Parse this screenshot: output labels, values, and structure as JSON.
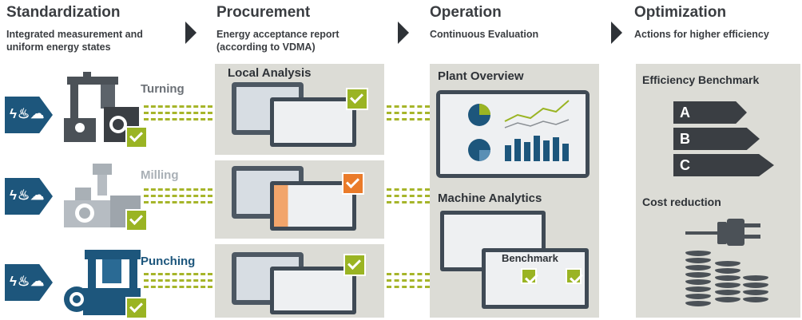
{
  "phases": [
    {
      "title": "Standardization",
      "subtitle_lines": [
        "Integrated measurement and",
        "uniform energy states"
      ]
    },
    {
      "title": "Procurement",
      "subtitle_lines": [
        "Energy acceptance report",
        "(according to VDMA)"
      ]
    },
    {
      "title": "Operation",
      "subtitle_lines": [
        "Continuous  Evaluation"
      ]
    },
    {
      "title": "Optimization",
      "subtitle_lines": [
        "Actions for higher efficiency"
      ]
    }
  ],
  "machines": [
    {
      "label": "Turning",
      "label_color": "#6b7076",
      "check": "green",
      "badge_icon": "energy-media-icon"
    },
    {
      "label": "Milling",
      "label_color": "#a9b0b6",
      "check": "green",
      "badge_icon": "energy-media-icon"
    },
    {
      "label": "Punching",
      "label_color": "#1d567c",
      "check": "green",
      "badge_icon": "energy-media-icon"
    }
  ],
  "badge_text": "ϟ♨☁",
  "procurement": {
    "panel_title": "Local Analysis",
    "reports": [
      {
        "check": "green"
      },
      {
        "check": "orange"
      },
      {
        "check": "green"
      }
    ]
  },
  "operation": {
    "plant_title": "Plant Overview",
    "machine_title": "Machine Analytics",
    "benchmark_label": "Benchmark"
  },
  "optimization": {
    "benchmark_title": "Efficiency Benchmark",
    "classes": [
      "A",
      "B",
      "C"
    ],
    "cost_title": "Cost reduction"
  },
  "colors": {
    "brand_blue": "#1d567c",
    "accent_green": "#9ab423",
    "accent_orange": "#ea7b2a",
    "panel_gray": "#dcdcd6",
    "dark": "#2e3237"
  }
}
